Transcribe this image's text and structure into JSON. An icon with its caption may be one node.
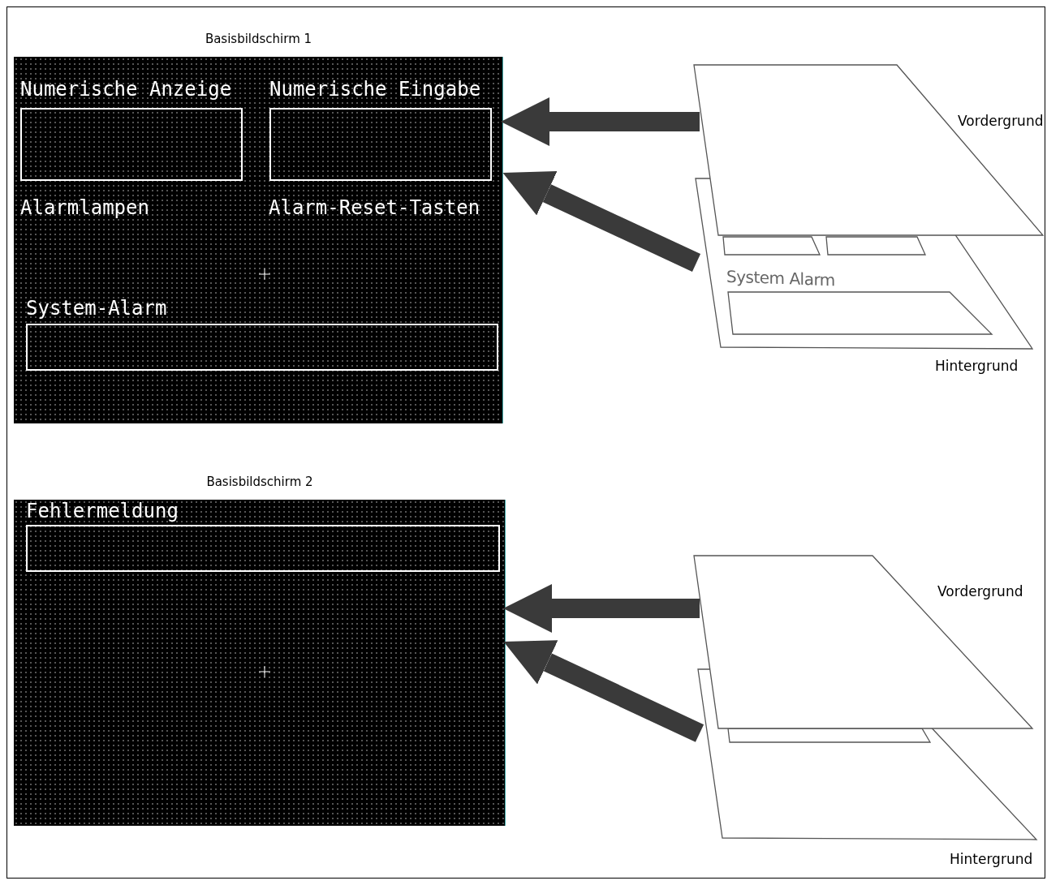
{
  "diagram": {
    "nodes": [
      {
        "text": [
          "Basisbildschirm 1"
        ]
      },
      {
        "text": [
          "Numerische Anzeige"
        ],
        "in": 0
      },
      {
        "text": [
          "Numerische Eingabe"
        ],
        "in": 0
      },
      {
        "text": [
          "System-Alarm"
        ],
        "in": 0
      },
      {
        "text": [
          "Vordergrund"
        ]
      },
      {
        "text": [
          "Hintergrund"
        ]
      },
      {
        "text": [],
        "shape": "box",
        "in": 5
      },
      {
        "text": [],
        "shape": "box",
        "in": 5
      },
      {
        "text": [
          "System Alarm"
        ],
        "in": 5
      },
      {
        "text": [
          "Basisbildschirm 2"
        ]
      },
      {
        "text": [
          "Fehlermeldung"
        ],
        "in": 9
      },
      {
        "text": [
          "Vordergrund"
        ]
      },
      {
        "text": [
          "Hintergrund"
        ]
      },
      {
        "text": [],
        "shape": "box",
        "in": 12
      }
    ],
    "edges": [
      {
        "from": 4,
        "to": 0,
        "arrow": "to"
      },
      {
        "from": 5,
        "to": 0,
        "arrow": "to"
      },
      {
        "from": 11,
        "to": 9,
        "arrow": "to"
      },
      {
        "from": 12,
        "to": 9,
        "arrow": "to"
      }
    ],
    "labels": [
      "Alarmlampen",
      "Alarm-Reset-Tasten"
    ]
  }
}
